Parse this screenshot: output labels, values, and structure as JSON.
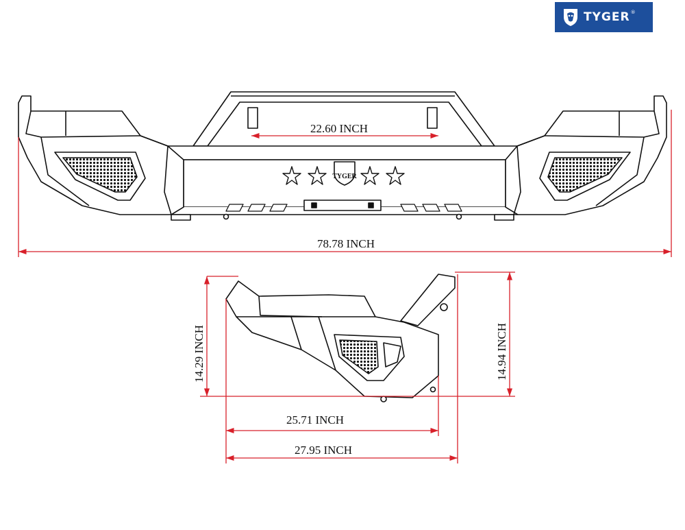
{
  "brand": {
    "logo_text": "TYGER",
    "reg_mark": "®",
    "logo_bg": "#1d4f9c",
    "icon": "tiger-head-icon"
  },
  "bumper_emblem_text": "TYGER",
  "dimensions": {
    "front_inner_width": "22.60 INCH",
    "front_overall_width": "78.78 INCH",
    "side_front_height": "14.29 INCH",
    "side_rear_height": "14.94 INCH",
    "side_depth_lower": "25.71 INCH",
    "side_depth_overall": "27.95 INCH"
  },
  "colors": {
    "dimension_line": "#d8202a",
    "outline": "#111111"
  }
}
